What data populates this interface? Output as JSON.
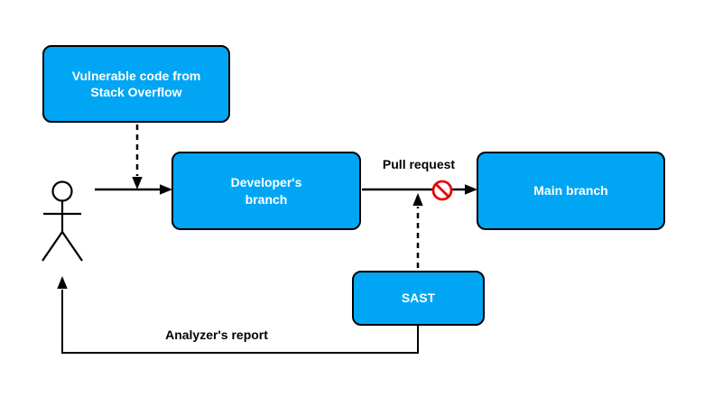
{
  "diagram": {
    "colors": {
      "background": "#ffffff",
      "node_fill": "#00a6f4",
      "node_border": "#000000",
      "node_text": "#ffffff",
      "line": "#000000",
      "blocked": "#e80000"
    },
    "nodes": {
      "vulnerable": {
        "label": "Vulnerable code from\nStack Overflow"
      },
      "developer": {
        "label": "Developer's\nbranch"
      },
      "main": {
        "label": "Main branch"
      },
      "sast": {
        "label": "SAST"
      }
    },
    "edge_labels": {
      "pull_request": "Pull request",
      "analyzers_report": "Analyzer's report"
    },
    "icons": {
      "actor": "person-actor-icon",
      "blocked": "blocked-icon"
    }
  }
}
